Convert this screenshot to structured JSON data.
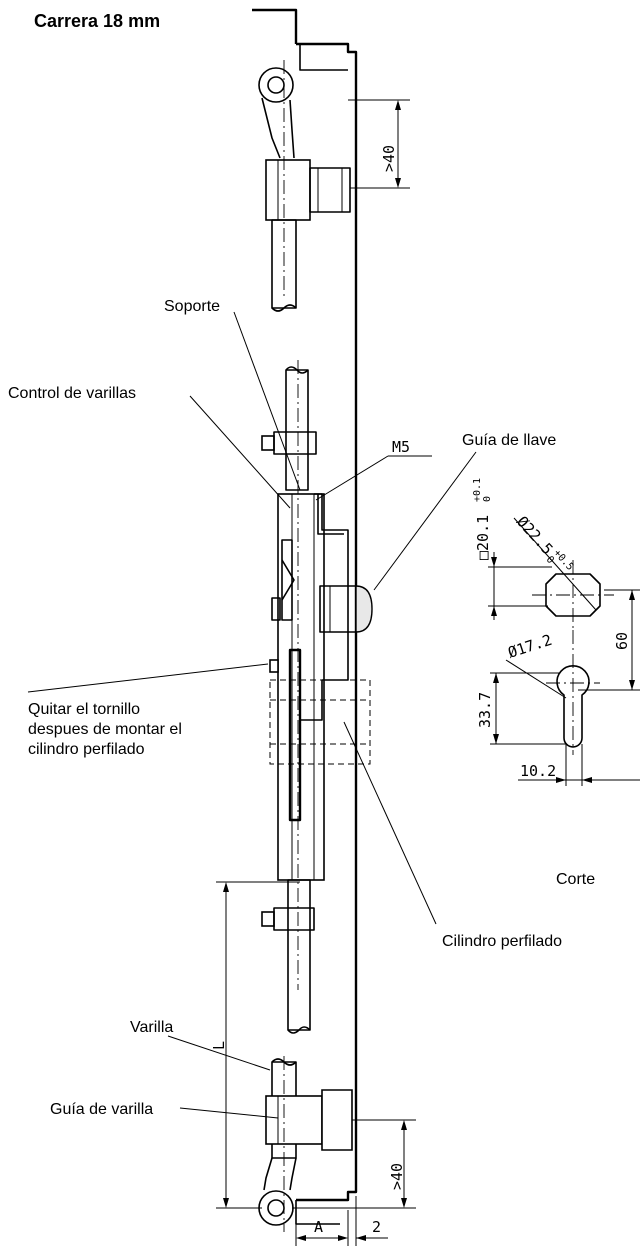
{
  "title": "Carrera 18 mm",
  "labels": {
    "soporte": "Soporte",
    "control": "Control de varillas",
    "guia_llave": "Guía de llave",
    "quitar_1": "Quitar el tornillo",
    "quitar_2": "despues de montar el",
    "quitar_3": "cilindro perfilado",
    "corte": "Corte",
    "cilindro": "Cilindro perfilado",
    "varilla": "Varilla",
    "guia_varilla": "Guía de varilla"
  },
  "dimensions": {
    "top_gt40": ">40",
    "bottom_gt40": ">40",
    "m5": "M5",
    "square": "□20.1",
    "square_tol_up": "+0.1",
    "square_tol_dn": "0",
    "diam_22": "Ø22.5",
    "diam_22_tol_up": "+0.5",
    "diam_22_tol_dn": "0",
    "d60": "60",
    "diam_17": "Ø17.2",
    "d337": "33.7",
    "d102": "10.2",
    "len_L": "L",
    "dim_A": "A",
    "dim_2": "2"
  }
}
